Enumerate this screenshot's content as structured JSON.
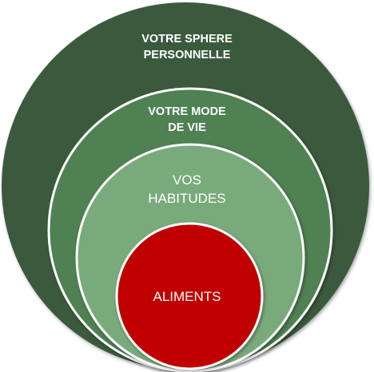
{
  "rings": {
    "outer": {
      "label_line1": "VOTRE SPHERE",
      "label_line2": "PERSONNELLE",
      "color": "#3a5a3c"
    },
    "lifestyle": {
      "label_line1": "VOTRE MODE",
      "label_line2": "DE VIE",
      "color": "#4f8153"
    },
    "habits": {
      "label_line1": "VOS",
      "label_line2": "HABITUDES",
      "color": "#79aa7c"
    },
    "core": {
      "label": "ALIMENTS",
      "color": "#c00000"
    }
  },
  "colors": {
    "ring_border": "#ffffff",
    "text": "#ffffff"
  }
}
